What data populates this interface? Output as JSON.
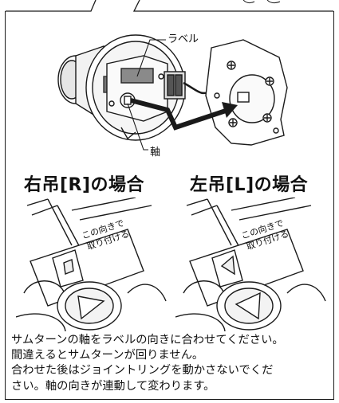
{
  "callouts": {
    "label": "ラベル",
    "shaft": "軸"
  },
  "headings": {
    "right": "右吊[R]の場合",
    "left": "左吊[L]の場合"
  },
  "stamp_text": [
    "この向きで",
    "取り付ける"
  ],
  "instructions": [
    "サムターンの軸をラベルの向きに合わせてください。",
    "間違えるとサムターンが回りません。",
    "合わせた後はジョイントリングを動かさないでくだ",
    "さい。軸の向きが連動して変わります。"
  ]
}
